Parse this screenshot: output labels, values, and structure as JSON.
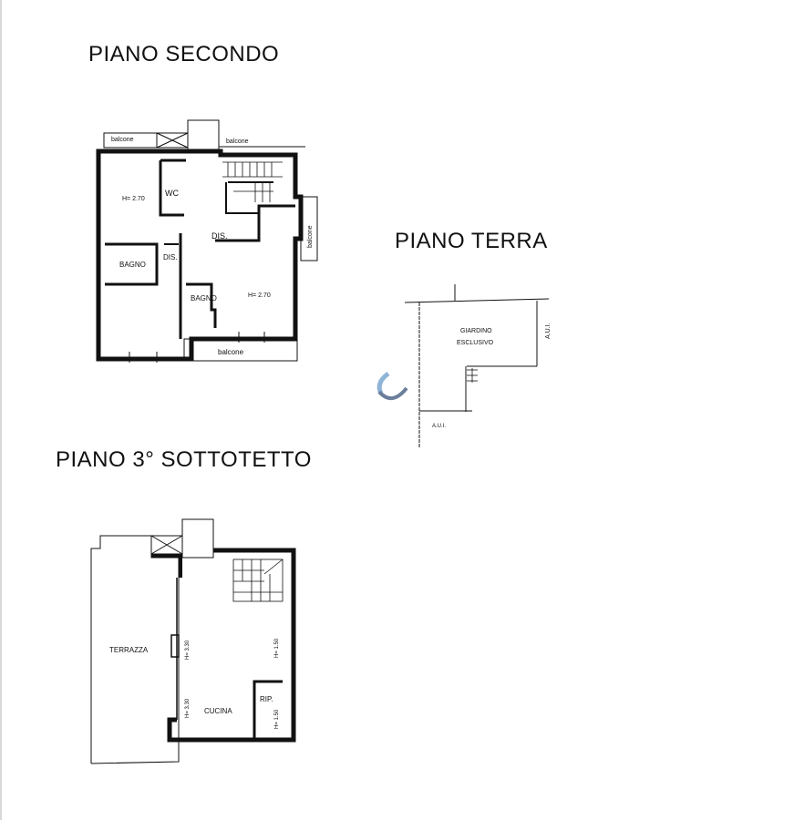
{
  "sheet": {
    "type": "floor-plan",
    "colors": {
      "ink": "#111111",
      "paper": "#ffffff",
      "watermark_light": "#8fb4d8",
      "watermark_dark": "#6a7f9a"
    }
  },
  "plans": [
    {
      "id": "piano-secondo",
      "title": "PIANO SECONDO",
      "labels": {
        "balcone_top_left": "balcone",
        "balcone_top_right": "balcone",
        "balcone_side": "balcone",
        "balcone_bottom": "balcone",
        "room_height_left": "H= 2.70",
        "room_height_right": "H= 2.70",
        "wc": "WC",
        "dis_center": "DIS.",
        "dis_left": "DIS.",
        "bagno_left": "BAGNO",
        "bagno_center": "BAGNO"
      }
    },
    {
      "id": "piano-terra",
      "title": "PIANO TERRA",
      "labels": {
        "garden_line1": "GIARDINO",
        "garden_line2": "ESCLUSIVO",
        "aui_right": "A.U.I.",
        "aui_bottom": "A.U.I."
      }
    },
    {
      "id": "piano-sottotetto",
      "title": "PIANO 3° SOTTOTETTO",
      "labels": {
        "terrazza": "TERRAZZA",
        "cucina": "CUCINA",
        "rip": "RIP.",
        "h_330_top": "H= 3.30",
        "h_330_bottom": "H= 3.30",
        "h_150_top": "H= 1.50",
        "h_150_bottom": "H= 1.50"
      }
    }
  ]
}
